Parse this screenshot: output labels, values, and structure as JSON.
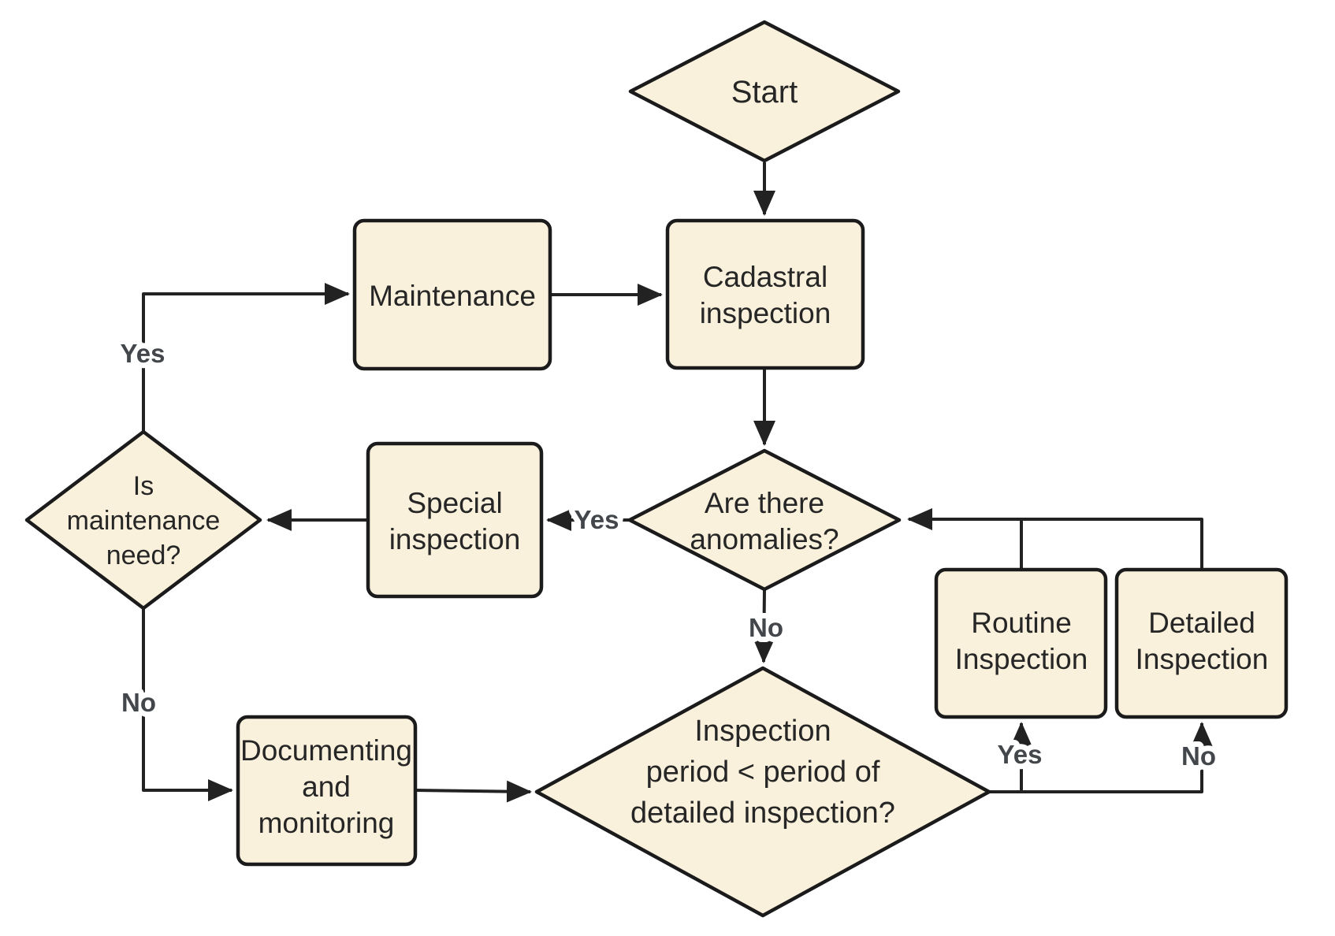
{
  "diagram": {
    "type": "flowchart",
    "colors": {
      "node_fill": "#faf1dc",
      "node_stroke": "#1b1b1b",
      "connector": "#222222",
      "node_text": "#262626",
      "edge_label_text": "#43474b",
      "background": "#ffffff"
    },
    "nodes": {
      "start": {
        "shape": "diamond",
        "lines": [
          "Start"
        ]
      },
      "maintenance": {
        "shape": "rect",
        "lines": [
          "Maintenance"
        ]
      },
      "cadastral_inspection": {
        "shape": "rect",
        "lines": [
          "Cadastral",
          "inspection"
        ]
      },
      "are_there_anomalies": {
        "shape": "diamond",
        "lines": [
          "Are there",
          "anomalies?"
        ]
      },
      "special_inspection": {
        "shape": "rect",
        "lines": [
          "Special",
          "inspection"
        ]
      },
      "is_maintenance_need": {
        "shape": "diamond",
        "lines": [
          "Is",
          "maintenance",
          "need?"
        ]
      },
      "documenting_and_monitoring": {
        "shape": "rect",
        "lines": [
          "Documenting",
          "and",
          "monitoring"
        ]
      },
      "inspection_period_decision": {
        "shape": "diamond",
        "lines": [
          "Inspection",
          "period < period of",
          "detailed inspection?"
        ]
      },
      "routine_inspection": {
        "shape": "rect",
        "lines": [
          "Routine",
          "Inspection"
        ]
      },
      "detailed_inspection": {
        "shape": "rect",
        "lines": [
          "Detailed",
          "Inspection"
        ]
      }
    },
    "edges": [
      {
        "from": "start",
        "to": "cadastral_inspection",
        "label": ""
      },
      {
        "from": "maintenance",
        "to": "cadastral_inspection",
        "label": ""
      },
      {
        "from": "cadastral_inspection",
        "to": "are_there_anomalies",
        "label": ""
      },
      {
        "from": "are_there_anomalies",
        "to": "special_inspection",
        "label": "Yes"
      },
      {
        "from": "special_inspection",
        "to": "is_maintenance_need",
        "label": ""
      },
      {
        "from": "is_maintenance_need",
        "to": "maintenance",
        "label": "Yes"
      },
      {
        "from": "is_maintenance_need",
        "to": "documenting_and_monitoring",
        "label": "No"
      },
      {
        "from": "documenting_and_monitoring",
        "to": "inspection_period_decision",
        "label": ""
      },
      {
        "from": "are_there_anomalies",
        "to": "inspection_period_decision",
        "label": "No"
      },
      {
        "from": "inspection_period_decision",
        "to": "detailed_inspection",
        "label": "No"
      },
      {
        "from": "inspection_period_decision",
        "to": "routine_inspection",
        "label": "Yes"
      },
      {
        "from": "detailed_inspection",
        "to": "are_there_anomalies",
        "label": ""
      },
      {
        "from": "routine_inspection",
        "to": "are_there_anomalies",
        "label": ""
      }
    ]
  }
}
